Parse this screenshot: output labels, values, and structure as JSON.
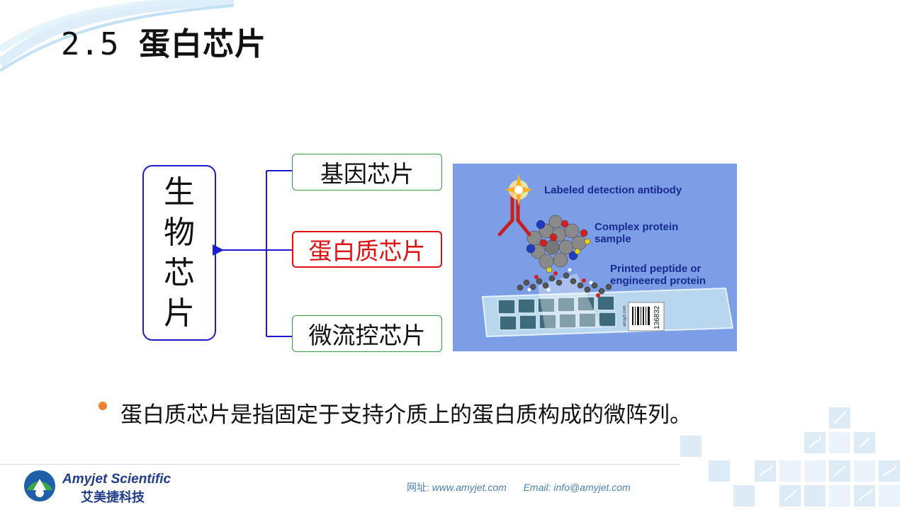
{
  "title": {
    "number": "2.5",
    "text": "蛋白芯片"
  },
  "diagram": {
    "root_chars": [
      "生",
      "物",
      "芯",
      "片"
    ],
    "items": [
      {
        "label": "基因芯片",
        "highlight": false
      },
      {
        "label": "蛋白质芯片",
        "highlight": true
      },
      {
        "label": "微流控芯片",
        "highlight": false
      }
    ],
    "colors": {
      "root_border": "#1a1ad0",
      "item_border": "#2e9e3e",
      "highlight": "#e01010",
      "arrow": "#1a1ad0"
    }
  },
  "illustration": {
    "labels": {
      "antibody": "Labeled detection antibody",
      "sample_line1": "Complex protein",
      "sample_line2": "sample",
      "peptide_line1": "Printed peptide or",
      "peptide_line2": "engineered protein"
    },
    "barcode_number": "136832",
    "slide_text": "arrayit.com"
  },
  "bullet": {
    "text": "蛋白质芯片是指固定于支持介质上的蛋白质构成的微阵列。",
    "color": "#f08030"
  },
  "footer": {
    "brand_en": "Amyjet Scientific",
    "brand_zh": "艾美捷科技",
    "site_label": "网址:",
    "site": "www.amyjet.com",
    "email_label": "Email:",
    "email": "info@amyjet.com"
  }
}
